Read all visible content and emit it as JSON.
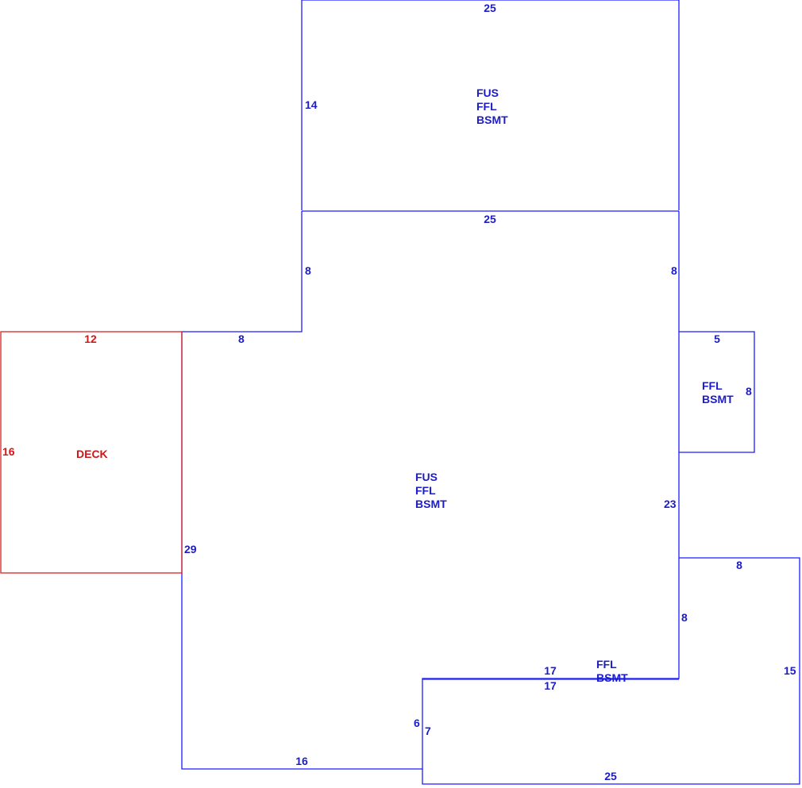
{
  "colors": {
    "house": "#1c1cc8",
    "deck": "#cc1818"
  },
  "upper_box": {
    "top_dim": "25",
    "left_dim": "14",
    "bottom_dim": "25",
    "labels": [
      "FUS",
      "FFL",
      "BSMT"
    ]
  },
  "main": {
    "left_upper_dim": "8",
    "right_upper_dim": "8",
    "ledge_dim": "8",
    "left_dim": "29",
    "right_dim": "23",
    "bottom_dim": "16",
    "notch_dim": "6",
    "labels": [
      "FUS",
      "FFL",
      "BSMT"
    ]
  },
  "deck": {
    "top_dim": "12",
    "left_dim": "16",
    "label": "DECK"
  },
  "bump_out": {
    "top_dim": "5",
    "right_dim": "8",
    "labels": [
      "FFL",
      "BSMT"
    ]
  },
  "lower_wing": {
    "top_dim": "8",
    "left_dim": "8",
    "right_dim": "15",
    "bottom_dim": "25",
    "inner_top_dim_a": "17",
    "inner_top_dim_b": "17",
    "left_side_dim": "7",
    "labels": [
      "FFL",
      "BSMT"
    ]
  }
}
